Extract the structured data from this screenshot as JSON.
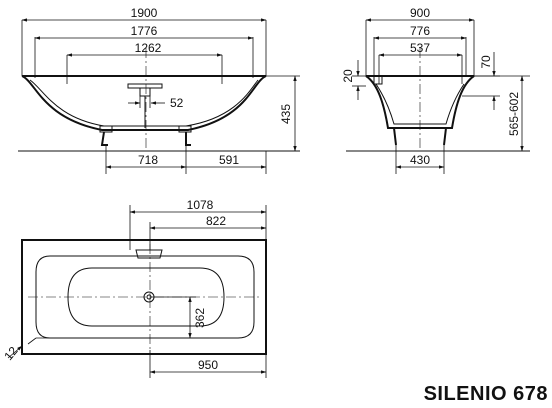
{
  "title": "SILENIO 678",
  "side_view": {
    "overall_length": "1900",
    "inner_length": "1776",
    "lid_length": "1262",
    "drain_offset": "52",
    "height": "435",
    "foot_left": "718",
    "foot_right": "591"
  },
  "end_view": {
    "overall_width": "900",
    "inner_width": "776",
    "bottom_width": "537",
    "rim_left": "20",
    "rim_right": "70",
    "height_range": "565-602",
    "foot_spacing": "430"
  },
  "plan_view": {
    "overflow_pos": "1078",
    "overflow_inner": "822",
    "drain_height": "362",
    "drain_pos": "950",
    "corner": "12"
  }
}
